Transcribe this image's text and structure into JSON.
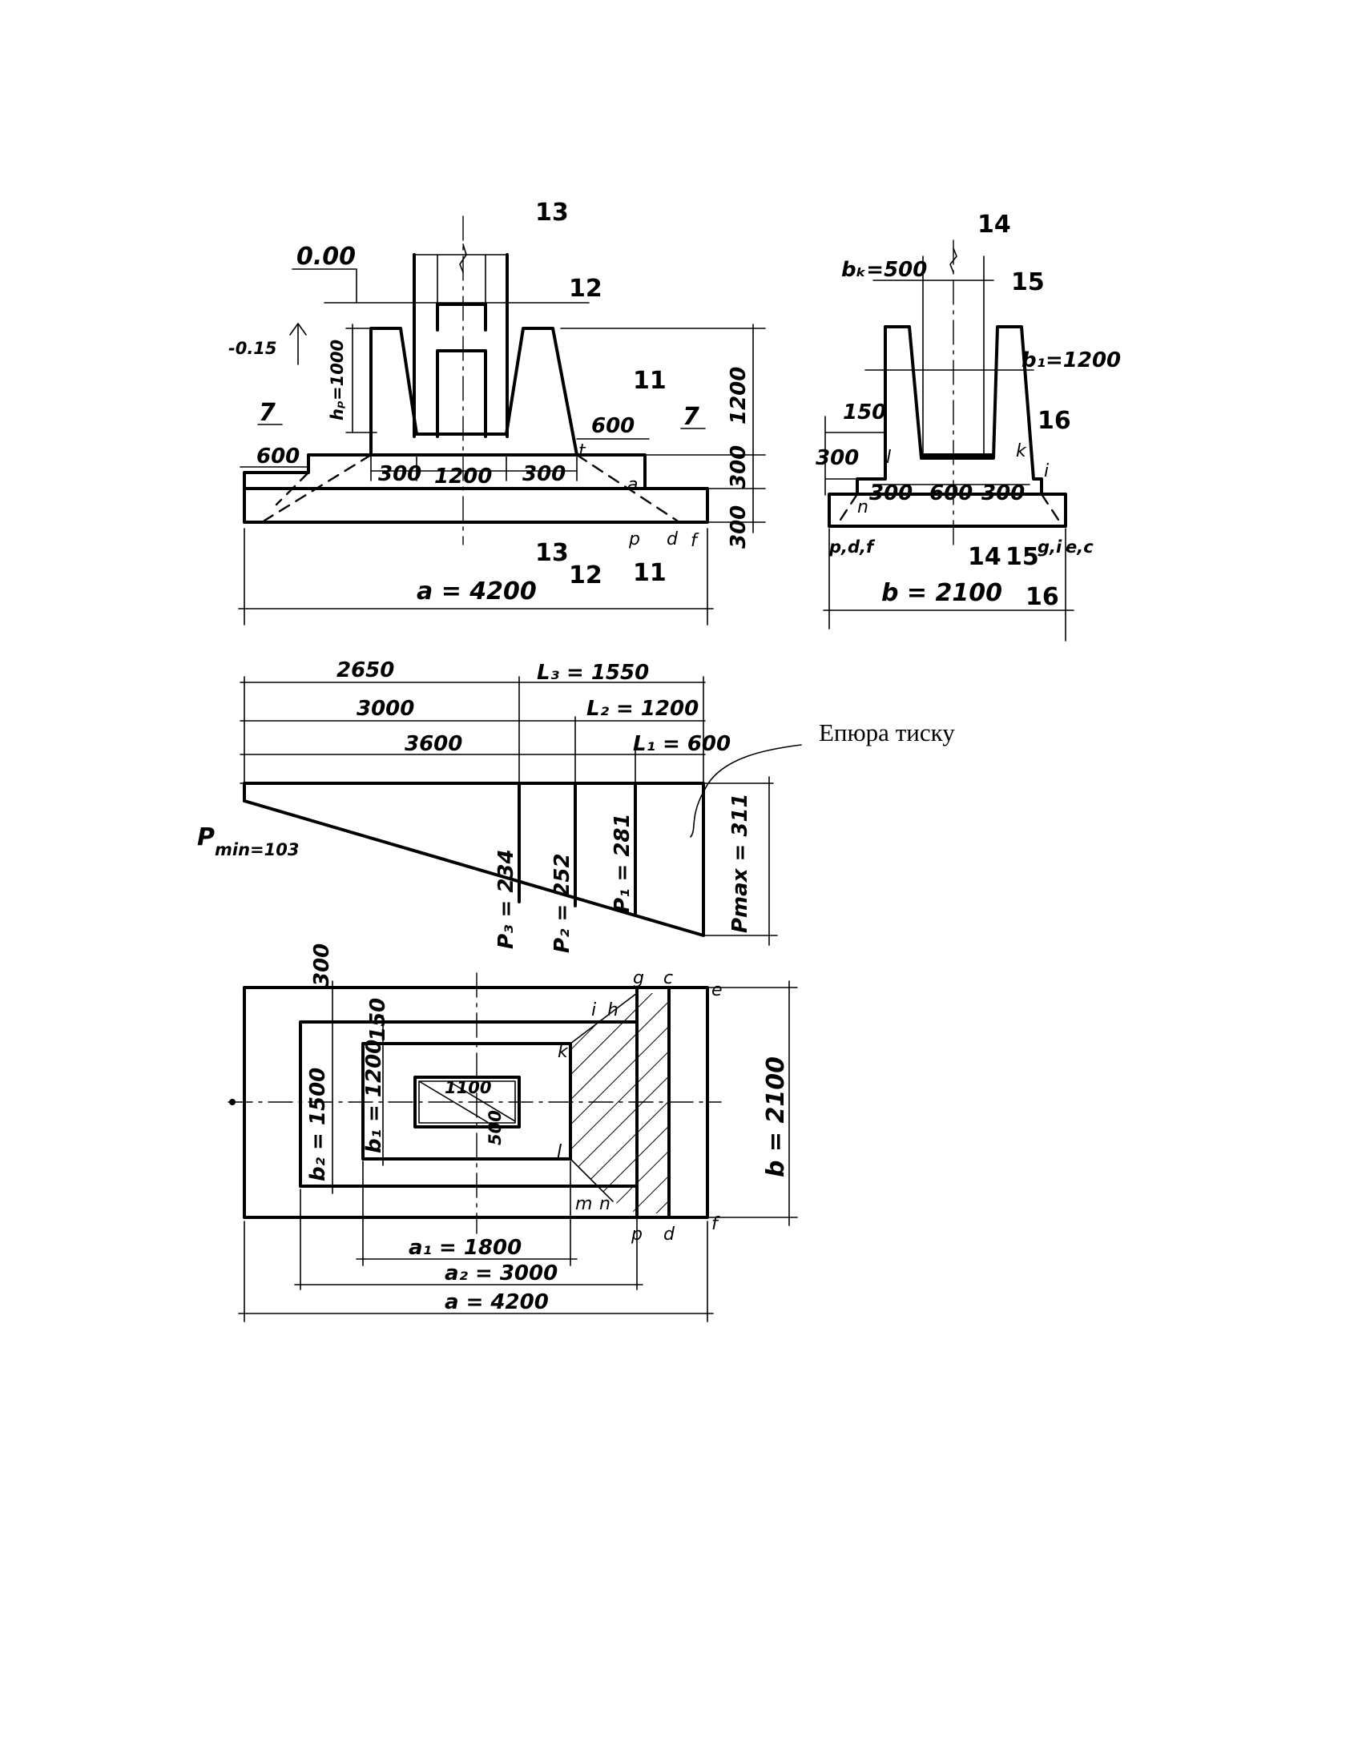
{
  "front": {
    "level_top": "0.00",
    "level_ground": "-0.15",
    "hp": "hₚ=1000",
    "h_total": "1200",
    "h_step": "300",
    "h_base": "300",
    "step_left": "600",
    "step_right": "600",
    "w300_left": "300",
    "w1200": "1200",
    "w300_right": "300",
    "a_total": "a = 4200",
    "label_7": "7",
    "letter_t": "t",
    "letter_a": "a",
    "letter_p": "p",
    "letter_d": "d",
    "letter_f": "f",
    "sec_13": "13",
    "sec_12": "12",
    "sec_11": "11"
  },
  "side": {
    "bk": "bₖ=500",
    "b1": "b₁=1200",
    "d150": "150",
    "d300": "300",
    "w300a": "300",
    "w600": "600",
    "w300b": "300",
    "b_total": "b = 2100",
    "bottom_left": "p,d,f",
    "bottom_right_1": "g,i",
    "bottom_right_2": "e,c",
    "letter_l": "l",
    "letter_n": "n",
    "letter_k": "k",
    "letter_i": "i",
    "sec_14": "14",
    "sec_15": "15",
    "sec_16": "16"
  },
  "pressure": {
    "caption": "Епюра тиску",
    "d2650": "2650",
    "L3": "L₃ = 1550",
    "d3000": "3000",
    "L2": "L₂ = 1200",
    "d3600": "3600",
    "L1": "L₁ = 600",
    "pmin": "min=103",
    "p3": "P₃ = 234",
    "p2": "P₂ = 252",
    "p1": "P₁ = 281",
    "pmax": "Pmax = 311"
  },
  "plan": {
    "d300": "300",
    "d150": "150",
    "b2": "b₂ = 1500",
    "b1": "b₁ = 1200",
    "col_w": "1100",
    "col_h": "500",
    "b": "b = 2100",
    "a1": "a₁ = 1800",
    "a2": "a₂ = 3000",
    "a": "a = 4200",
    "letters": {
      "g": "g",
      "c": "c",
      "e": "e",
      "i": "i",
      "h": "h",
      "k": "k",
      "l": "l",
      "m": "m",
      "n": "n",
      "p": "p",
      "d": "d",
      "f": "f"
    }
  }
}
